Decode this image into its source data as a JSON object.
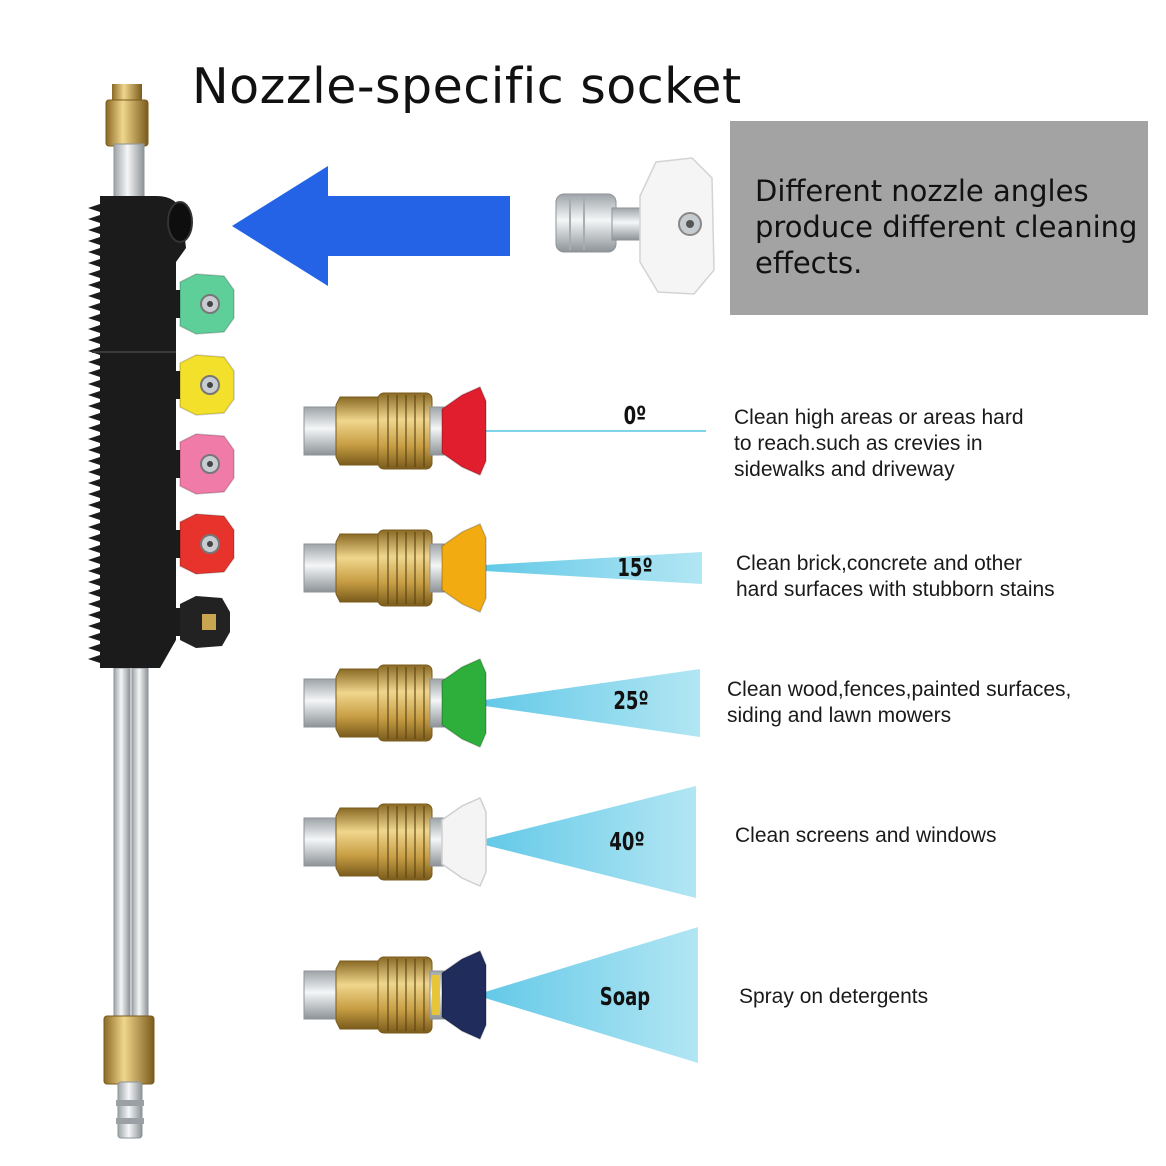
{
  "title": "Nozzle-specific socket",
  "info": {
    "lines": [
      "Different nozzle angles",
      "produce different cleaning",
      "effects."
    ]
  },
  "nozzles": [
    {
      "angle": "0º",
      "color": "#e01e2d",
      "desc_lines": [
        "Clean high areas or areas hard",
        "to reach.such as crevies in",
        "sidewalks and driveway"
      ]
    },
    {
      "angle": "15º",
      "color": "#f2ac12",
      "desc_lines": [
        "Clean brick,concrete and other",
        "hard surfaces with stubborn stains"
      ]
    },
    {
      "angle": "25º",
      "color": "#2eae3a",
      "desc_lines": [
        "Clean wood,fences,painted surfaces,",
        "siding and lawn mowers"
      ]
    },
    {
      "angle": "40º",
      "color": "#f4f4f4",
      "desc_lines": [
        "Clean screens and windows"
      ]
    },
    {
      "angle": "Soap",
      "color": "#1f2c5c",
      "desc_lines": [
        "Spray on detergents"
      ]
    }
  ],
  "holder_tips": [
    "#5fcf9a",
    "#f3e02a",
    "#f07aa8",
    "#e8322c",
    "#222222"
  ],
  "colors": {
    "arrow": "#2563e6",
    "spray": "#7fd3ea",
    "box": "#a3a3a3",
    "brass": "#c9a551",
    "steel": "#cfd3d6"
  }
}
